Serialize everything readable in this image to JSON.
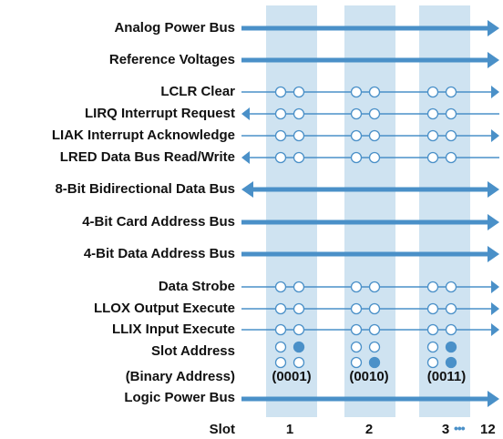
{
  "colors": {
    "accent": "#4a90c8",
    "column_fill": "#cfe3f1",
    "text": "#111111",
    "background": "#ffffff"
  },
  "buses": [
    {
      "label": "Analog Power Bus",
      "direction": "right",
      "style": "thick"
    },
    {
      "label": "Reference Voltages",
      "direction": "right",
      "style": "thick"
    },
    {
      "label": "LCLR Clear",
      "direction": "right",
      "style": "thin",
      "connectors": true
    },
    {
      "label": "LIRQ Interrupt Request",
      "direction": "left",
      "style": "thin",
      "connectors": true
    },
    {
      "label": "LIAK Interrupt Acknowledge",
      "direction": "right",
      "style": "thin",
      "connectors": true
    },
    {
      "label": "LRED Data Bus Read/Write",
      "direction": "left",
      "style": "thin",
      "connectors": true
    },
    {
      "label": "8-Bit Bidirectional Data Bus",
      "direction": "both",
      "style": "thick"
    },
    {
      "label": "4-Bit Card Address Bus",
      "direction": "right",
      "style": "thick"
    },
    {
      "label": "4-Bit Data Address Bus",
      "direction": "right",
      "style": "thick"
    },
    {
      "label": "Data Strobe",
      "direction": "right",
      "style": "thin",
      "connectors": true
    },
    {
      "label": "LLOX Output Execute",
      "direction": "right",
      "style": "thin",
      "connectors": true
    },
    {
      "label": "LLIX Input Execute",
      "direction": "right",
      "style": "thin",
      "connectors": true
    },
    {
      "label": "Logic Power Bus",
      "direction": "right",
      "style": "thick"
    }
  ],
  "slot_address": {
    "label": "Slot Address",
    "binary_label": "(Binary Address)",
    "slots": [
      {
        "binary": "(0001)",
        "bits": [
          [
            false,
            true
          ],
          [
            false,
            false
          ]
        ]
      },
      {
        "binary": "(0010)",
        "bits": [
          [
            false,
            false
          ],
          [
            false,
            true
          ]
        ]
      },
      {
        "binary": "(0011)",
        "bits": [
          [
            false,
            true
          ],
          [
            false,
            true
          ]
        ]
      }
    ]
  },
  "slot_row": {
    "label": "Slot",
    "numbers": [
      "1",
      "2",
      "3"
    ],
    "ellipsis": "•••",
    "last": "12"
  }
}
